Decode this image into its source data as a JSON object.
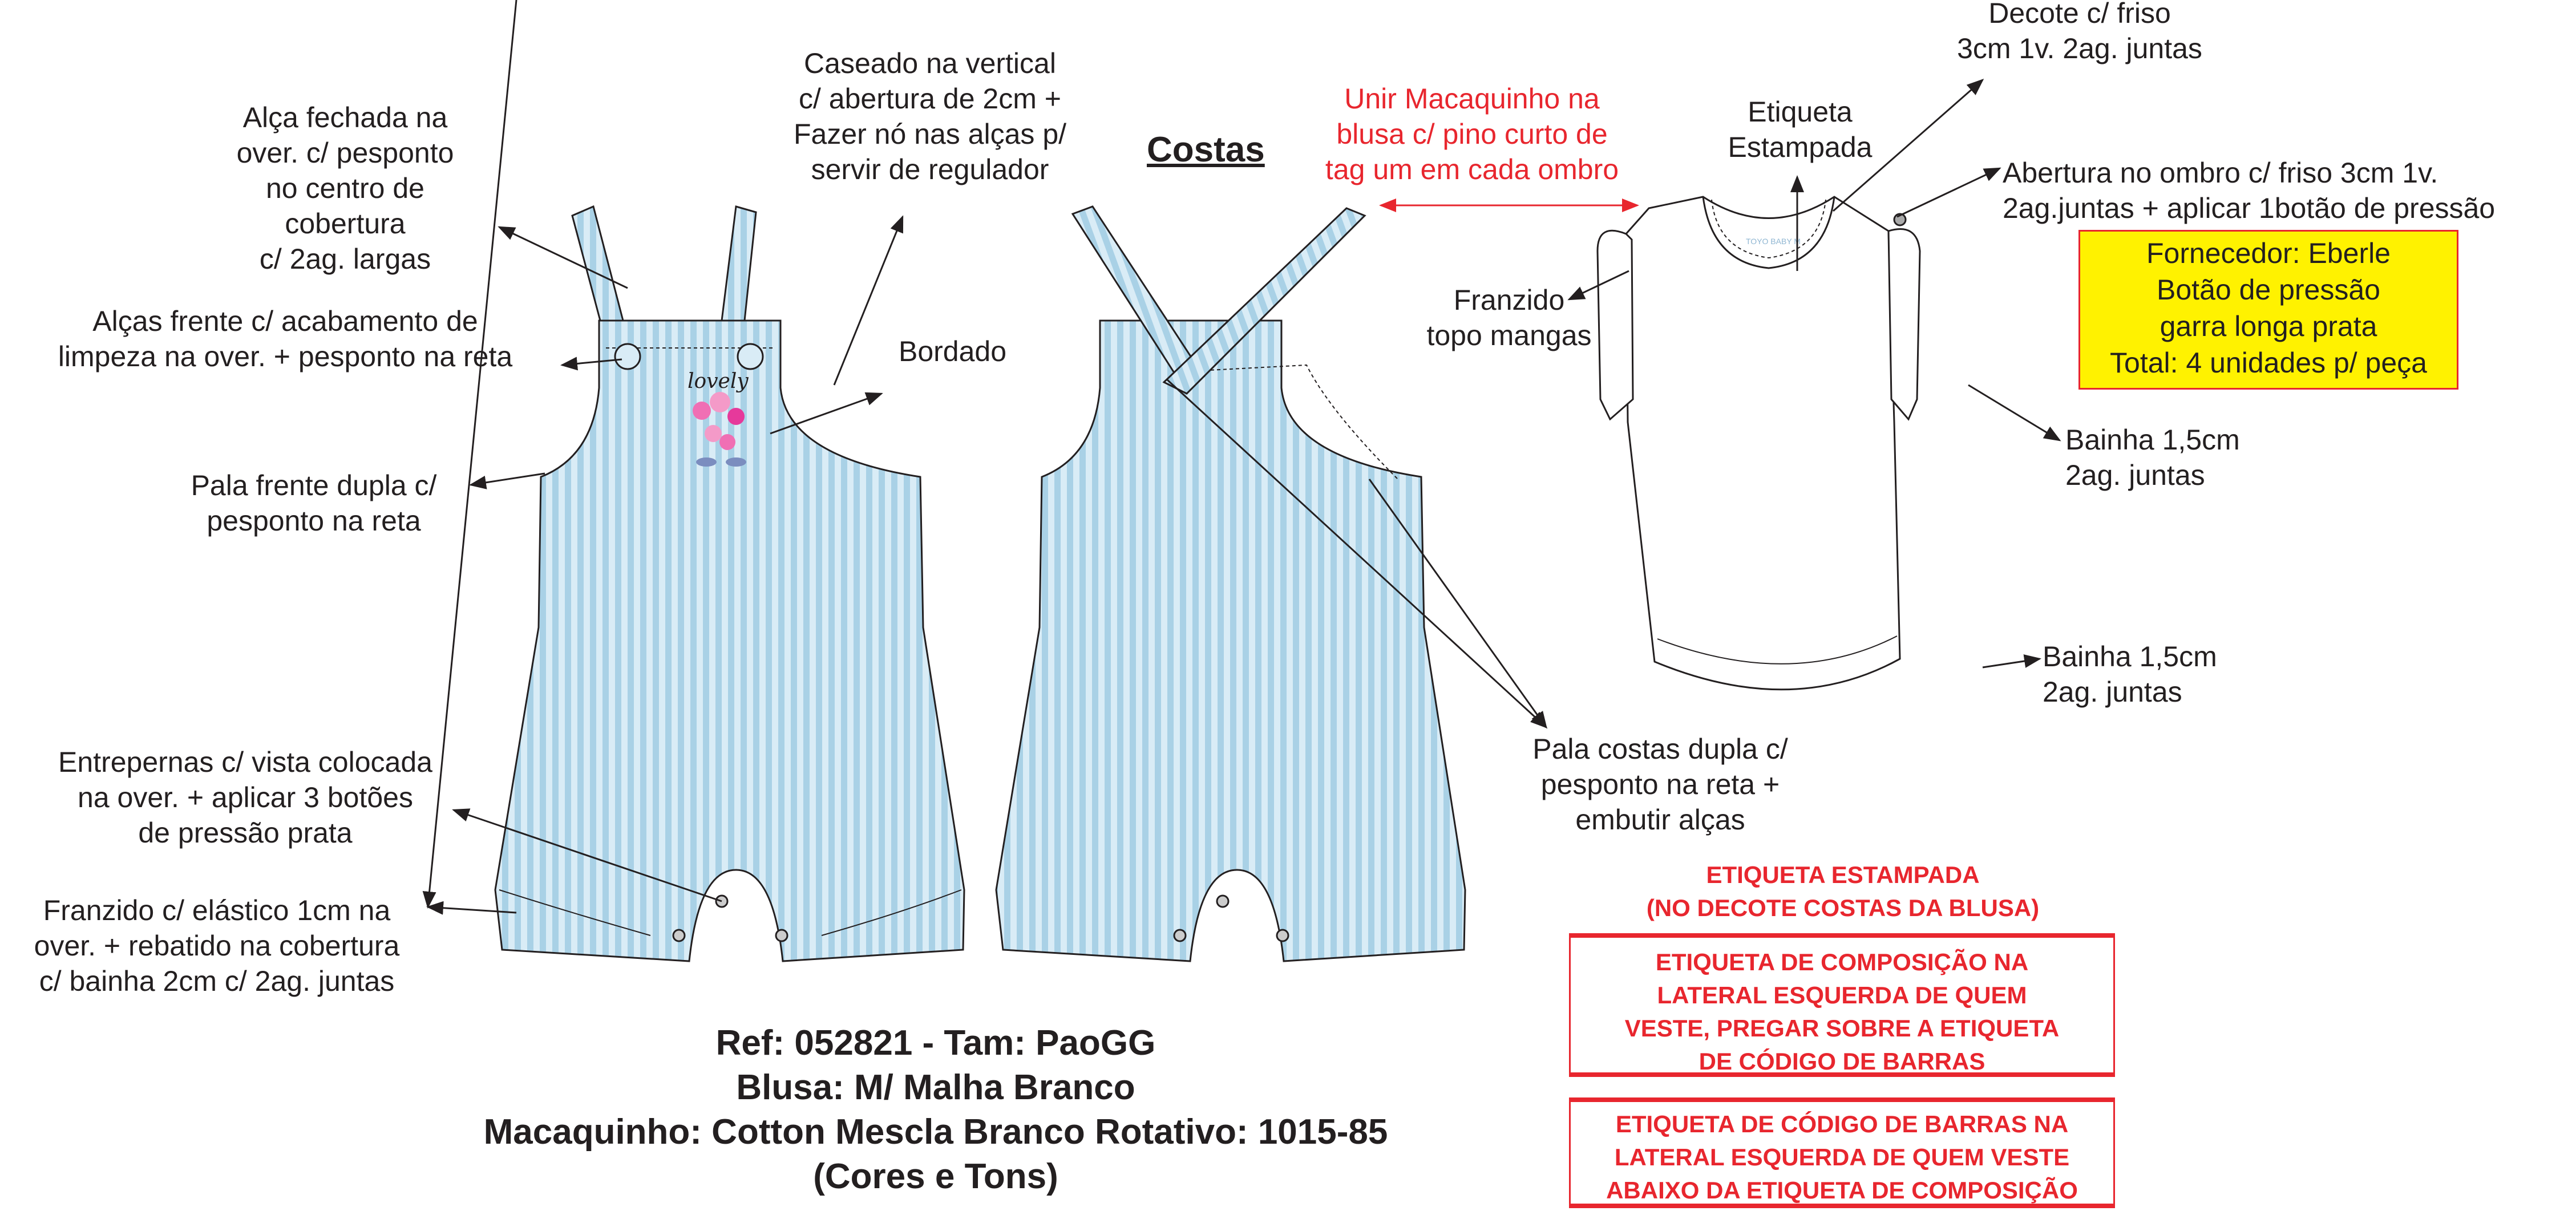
{
  "section_label": "Costas",
  "annotations": {
    "alca_fechada": "Alça fechada na\nover. c/ pesponto\nno centro de cobertura\nc/ 2ag. largas",
    "caseado": "Caseado na vertical\nc/ abertura de 2cm +\nFazer nó nas alças p/\nservir de regulador",
    "alcas_frente": "Alças frente c/ acabamento de\nlimpeza na over. + pesponto na reta",
    "bordado": "Bordado",
    "pala_frente": "Pala frente dupla c/\npesponto na reta",
    "entrepernas": "Entrepernas c/ vista colocada\nna over. + aplicar 3 botões\nde pressão prata",
    "franzido_elastico": "Franzido c/ elástico 1cm na\nover. + rebatido na cobertura\nc/ bainha 2cm c/ 2ag. juntas",
    "unir_macaquinho": "Unir Macaquinho na\nblusa c/ pino curto de\ntag um em cada ombro",
    "etiqueta_estampada": "Etiqueta\nEstampada",
    "decote": "Decote c/ friso\n3cm 1v. 2ag. juntas",
    "abertura_ombro": "Abertura no ombro c/ friso 3cm 1v.\n2ag.juntas + aplicar 1botão de pressão",
    "franzido_mangas": "Franzido\ntopo mangas",
    "bainha_manga": "Bainha 1,5cm\n2ag. juntas",
    "bainha_barra": "Bainha 1,5cm\n2ag. juntas",
    "pala_costas": "Pala costas dupla c/\npesponto na reta +\nembutir alças"
  },
  "supplier_box": "Fornecedor: Eberle\nBotão de pressão\ngarra longa prata\nTotal: 4 unidades p/ peça",
  "label_notes": {
    "estampada": "ETIQUETA ESTAMPADA\n(NO DECOTE COSTAS DA BLUSA)",
    "composicao": "ETIQUETA DE COMPOSIÇÃO NA\nLATERAL ESQUERDA DE QUEM\nVESTE, PREGAR SOBRE A ETIQUETA\nDE CÓDIGO DE BARRAS",
    "codigo_barras": "ETIQUETA DE CÓDIGO DE BARRAS NA\nLATERAL ESQUERDA DE QUEM VESTE\nABAIXO DA ETIQUETA DE COMPOSIÇÃO"
  },
  "spec": "Ref: 052821 - Tam: PaoGG\nBlusa: M/ Malha Branco\nMacaquinho: Cotton Mescla Branco Rotativo: 1015-85\n(Cores e Tons)",
  "print": {
    "embroidery_word": "lovely",
    "tag_brand": "TOYO BABY M"
  },
  "colors": {
    "stripe": "#a9d1e6",
    "accent_red": "#e8262e",
    "highlight": "#fff200",
    "flower": "#f06fb4"
  }
}
